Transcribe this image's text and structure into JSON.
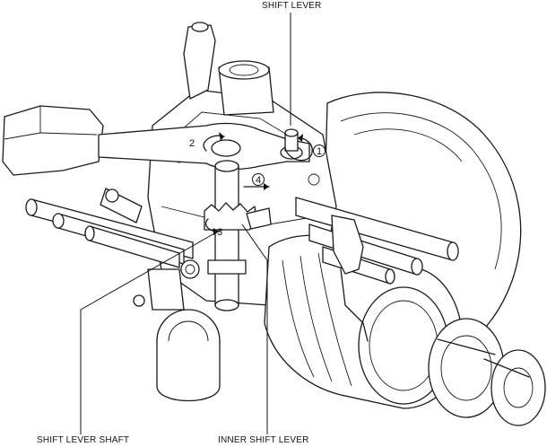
{
  "labels": {
    "shift_lever": "SHIFT LEVER",
    "shift_lever_shaft": "SHIFT LEVER SHAFT",
    "inner_shift_lever": "INNER SHIFT LEVER"
  },
  "steps": {
    "s1": "1",
    "s2": "2",
    "s3": "3",
    "s4": "4"
  }
}
